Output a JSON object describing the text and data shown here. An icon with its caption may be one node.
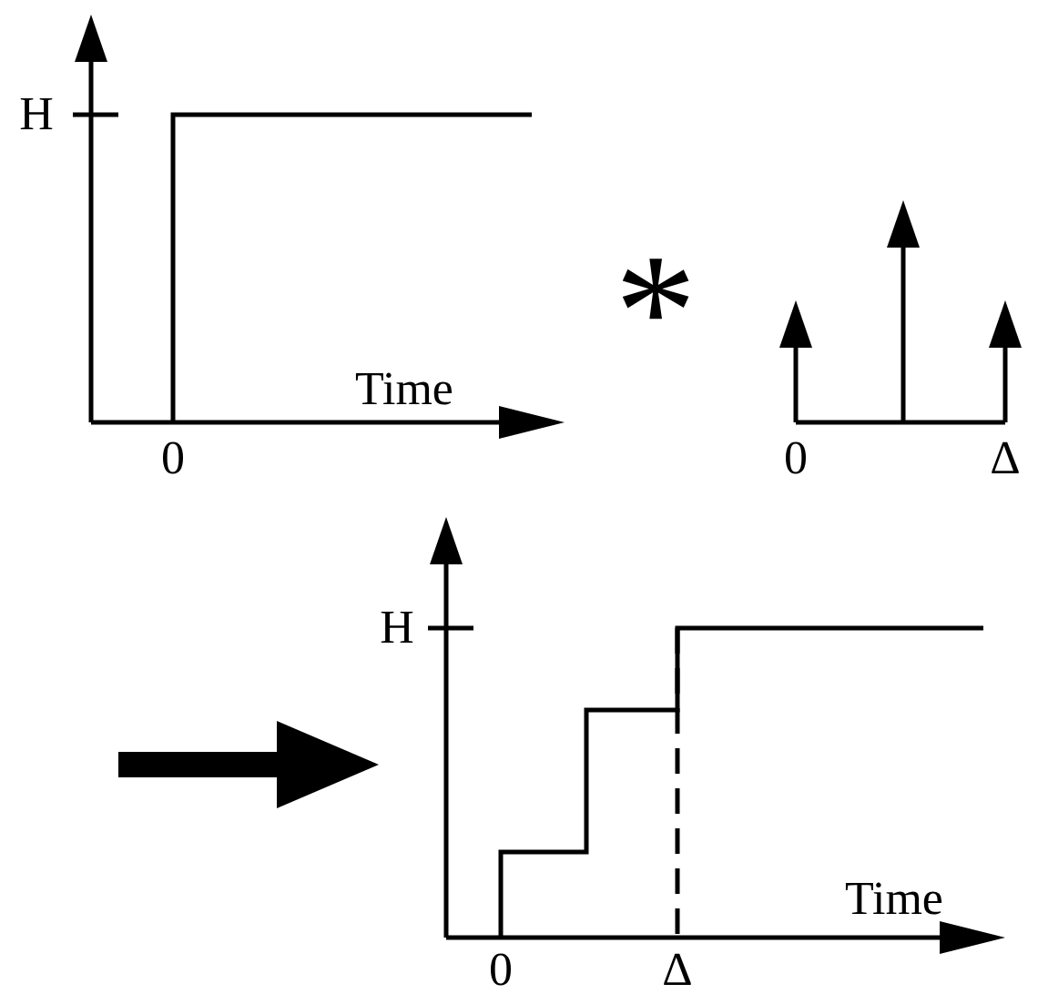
{
  "diagram": {
    "labels": [
      "H",
      "Time",
      "0",
      "*",
      "0",
      "Δ",
      "H",
      "Time",
      "0",
      "Δ"
    ]
  }
}
